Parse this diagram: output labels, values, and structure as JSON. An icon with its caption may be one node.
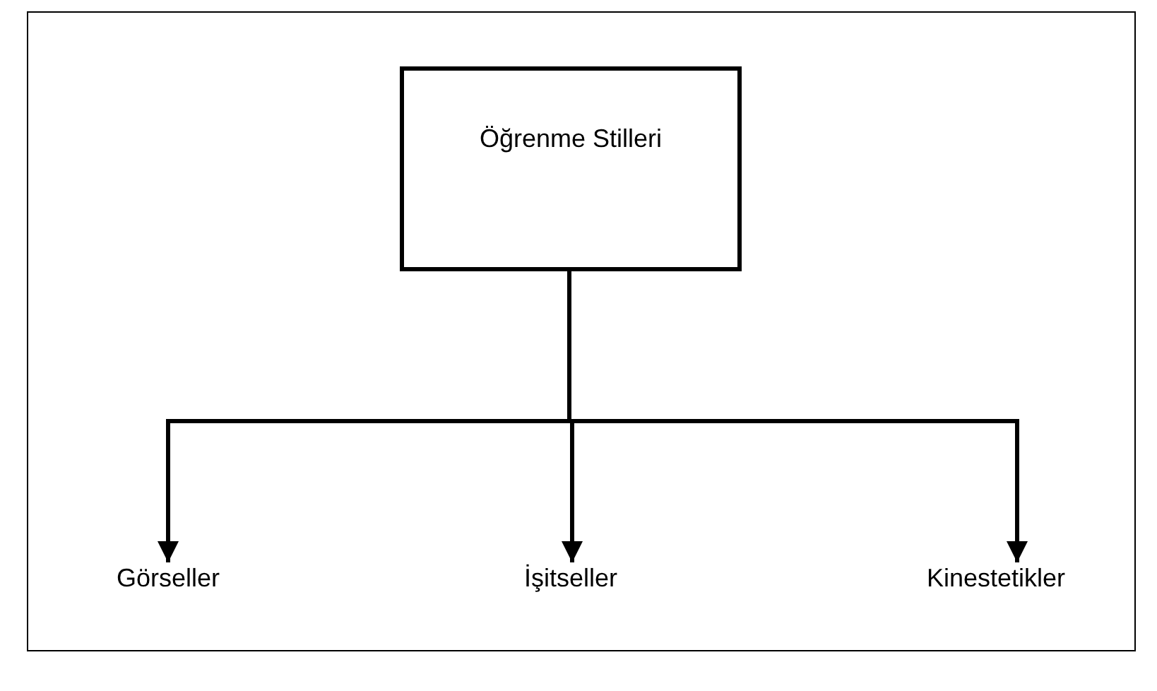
{
  "diagram": {
    "nodes": [
      {
        "text": [
          "Öğrenme Stilleri"
        ]
      },
      {
        "text": [
          "Görseller"
        ]
      },
      {
        "text": [
          "İşitseller"
        ]
      },
      {
        "text": [
          "Kinestetikler"
        ]
      }
    ],
    "edges": [
      {
        "from": 0,
        "to": 1,
        "arrow": "to"
      },
      {
        "from": 0,
        "to": 2,
        "arrow": "to"
      },
      {
        "from": 0,
        "to": 3,
        "arrow": "to"
      }
    ]
  }
}
